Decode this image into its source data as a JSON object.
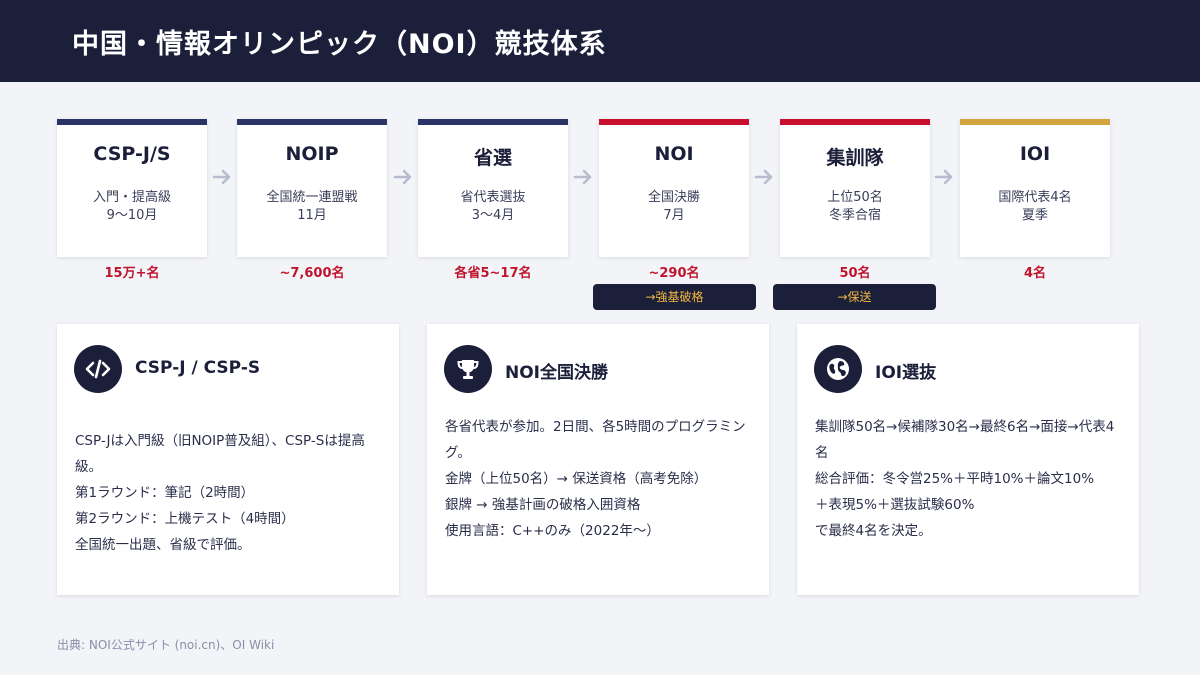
{
  "header": {
    "title": "中国・情報オリンピック（NOI）競技体系"
  },
  "stages": [
    {
      "name": "CSP-J/S",
      "desc1": "入門・提高級",
      "desc2": "9〜10月",
      "count": "15万+名",
      "bar_color": "#2b3466"
    },
    {
      "name": "NOIP",
      "desc1": "全国統一連盟戦",
      "desc2": "11月",
      "count": "~7,600名",
      "bar_color": "#2b3466"
    },
    {
      "name": "省選",
      "desc1": "省代表選抜",
      "desc2": "3〜4月",
      "count": "各省5~17名",
      "bar_color": "#2b3466"
    },
    {
      "name": "NOI",
      "desc1": "全国決勝",
      "desc2": "7月",
      "count": "~290名",
      "bar_color": "#c8102e"
    },
    {
      "name": "集訓隊",
      "desc1": "上位50名",
      "desc2": "冬季合宿",
      "count": "50名",
      "bar_color": "#c8102e"
    },
    {
      "name": "IOI",
      "desc1": "国際代表4名",
      "desc2": "夏季",
      "count": "4名",
      "bar_color": "#d4a53c"
    }
  ],
  "tags": {
    "noi": "→強基破格",
    "team": "→保送"
  },
  "cards": [
    {
      "title": "CSP-J / CSP-S",
      "icon": "code-icon",
      "lines": [
        "CSP-Jは入門級（旧NOIP普及組）、CSP-Sは提高級。",
        "第1ラウンド：筆記（2時間）",
        "第2ラウンド：上機テスト（4時間）",
        "全国統一出題、省級で評価。"
      ]
    },
    {
      "title": "NOI全国決勝",
      "icon": "trophy-icon",
      "lines": [
        "各省代表が参加。2日間、各5時間のプログラミング。",
        "金牌（上位50名）→ 保送資格（高考免除）",
        "銀牌 → 強基計画の破格入囲資格",
        "使用言語：C++のみ（2022年〜）"
      ]
    },
    {
      "title": "IOI選抜",
      "icon": "globe-icon",
      "lines": [
        "集訓隊50名→候補隊30名→最終6名→面接→代表4名",
        "総合評価：冬令営25%＋平時10%＋論文10%",
        "＋表現5%＋選抜試験60%",
        "で最終4名を決定。"
      ]
    }
  ],
  "source": "出典: NOI公式サイト (noi.cn)、OI Wiki",
  "colors": {
    "navy": "#1c1f3a",
    "red": "#c8102e",
    "gold": "#d4a53c",
    "tag_text": "#f1b840"
  }
}
